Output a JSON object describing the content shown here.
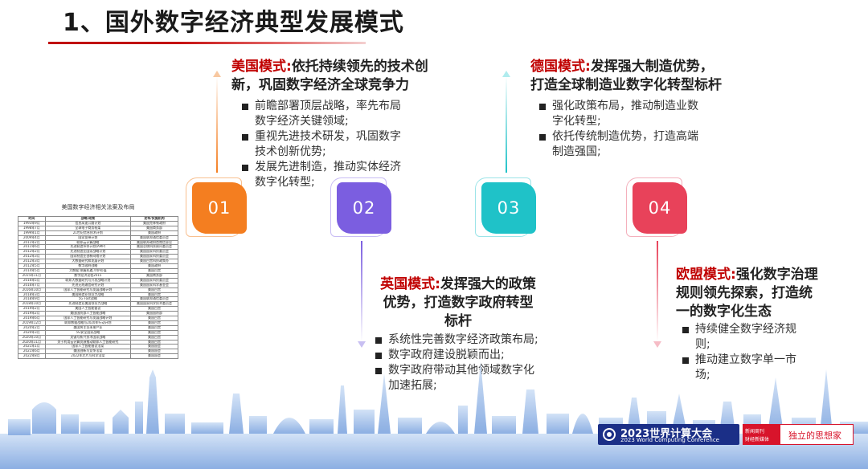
{
  "title": "1、国外数字经济典型发展模式",
  "colors": {
    "accent": "#c00000",
    "card_01": "#f47e20",
    "card_02": "#7b5ee0",
    "card_03": "#1fc2c8",
    "card_04": "#e8425a"
  },
  "cards": [
    {
      "number": "01"
    },
    {
      "number": "02"
    },
    {
      "number": "03"
    },
    {
      "number": "04"
    }
  ],
  "usa": {
    "key": "美国模式:",
    "line1": "依托持续领先的技术创",
    "line2": "新，巩固数字经济全球竞争力",
    "bullets": [
      "前瞻部署顶层战略，率先布局数字经济关键领域;",
      "重视先进技术研发，巩固数字技术创新优势;",
      "发展先进制造，推动实体经济数字化转型;"
    ]
  },
  "germany": {
    "key": "德国模式:",
    "line1": "发挥强大制造优势，",
    "line2": "打造全球制造业数字化转型标杆",
    "bullets": [
      "强化政策布局，推动制造业数字化转型;",
      "依托传统制造优势，打造高端制造强国;"
    ]
  },
  "uk": {
    "key": "英国模式:",
    "line1": "发挥强大的政策",
    "line2": "优势，打造数字政府转型",
    "line3": "标杆",
    "bullets": [
      "系统性完善数字经济政策布局;",
      "数字政府建设脱颖而出;",
      "数字政府带动其他领域数字化加速拓展;"
    ]
  },
  "eu": {
    "key": "欧盟模式:",
    "line1": "强化数字治理",
    "line2": "规则领先探索，打造统",
    "line3": "一的数字化生态",
    "bullets": [
      "持续健全数字经济规则;",
      "推动建立数字单一市场;"
    ]
  },
  "table": {
    "title": "美国数字经济相关法案及布局",
    "headers": [
      "时间",
      "战略/政策",
      "发布/实施机构"
    ],
    "rows": [
      [
        "1993年9月",
        "信息高速公路计划",
        "美国克林顿政府"
      ],
      [
        "1998年7月",
        "全球电子商务框架",
        "美国商务部"
      ],
      [
        "1999年1月",
        "21世纪信息技术计划",
        "美国政府"
      ],
      [
        "2009年4月",
        "国家宽带计划",
        "美国联邦通信委员会"
      ],
      [
        "2011年2月",
        "联邦云计算战略",
        "美国联邦政府首席信息官"
      ],
      [
        "2011年6月",
        "先进制造伙伴计划(AMP)",
        "美国总统科技顾问委员会"
      ],
      [
        "2012年2月",
        "先进制造业国家战略计划",
        "美国国家科技委员会"
      ],
      [
        "2012年3月",
        "国家制造业创新网络计划",
        "美国国家科技委员会"
      ],
      [
        "2012年3月",
        "大数据研究和发展计划",
        "美国白宫科技政策办"
      ],
      [
        "2012年5月",
        "数字政府战略",
        "美国政府"
      ],
      [
        "2014年5月",
        "大数据:把握机遇,守护价值",
        "美国白宫"
      ],
      [
        "2015年11月",
        "数字经济议程2015",
        "美国商务部"
      ],
      [
        "2016年5月",
        "联邦大数据研究与开发战略计划",
        "美国国家科技委员会"
      ],
      [
        "2016年7月",
        "先进无线通信研究计划",
        "美国国家科学基金会"
      ],
      [
        "2016年10月",
        "国家人工智能研究与发展战略计划",
        "美国白宫"
      ],
      [
        "2018年3月",
        "美国制造业领导力战略",
        "美国白宫"
      ],
      [
        "2018年9月",
        "5G Fast战略",
        "美国联邦通信委员会"
      ],
      [
        "2018年10月",
        "先进制造业美国领导力战略",
        "美国国家科学技术委员会"
      ],
      [
        "2019年2月",
        "美国人工智能倡议",
        "美国白宫"
      ],
      [
        "2019年2月",
        "美国国防部人工智能战略",
        "美国国防部"
      ],
      [
        "2019年6月",
        "国家人工智能研究与发展战略计划",
        "美国白宫"
      ],
      [
        "2019年12月",
        "联邦数据战略与2020年行动计划",
        "美国白宫"
      ],
      [
        "2020年2月",
        "美国将主导未来产业",
        "美国白宫"
      ],
      [
        "2020年3月",
        "5G安全国家战略",
        "美国白宫"
      ],
      [
        "2020年10月",
        "关键与新兴技术国家战略",
        "美国白宫"
      ],
      [
        "2020年11月",
        "关于利用云计算资源推动联邦人工智能研究",
        "美国白宫"
      ],
      [
        "2021年1月",
        "国家人工智能倡议法案",
        "美国国会"
      ],
      [
        "2021年6月",
        "美国创新与竞争法案",
        "美国国会"
      ],
      [
        "2022年8月",
        "2022年芯片与科学法案",
        "美国国会"
      ]
    ]
  },
  "footer": {
    "badge_main": "2023世界计算大会",
    "badge_sub": "2023 World Computing Conference",
    "media_line1": "新闻周刊",
    "media_line2": "财经新媒体",
    "slogan": "独立的思想家"
  }
}
